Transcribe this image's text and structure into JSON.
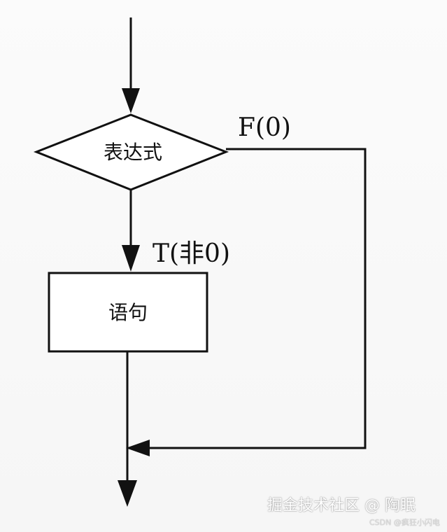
{
  "diagram": {
    "nodes": {
      "condition": "表达式",
      "statement": "语句"
    },
    "edges": {
      "false_label": "F(0)",
      "true_label": "T(非0)"
    }
  },
  "watermark": {
    "main": "掘金技术社区 @ 陶眠",
    "sub": "CSDN @疯狂小闪电"
  }
}
